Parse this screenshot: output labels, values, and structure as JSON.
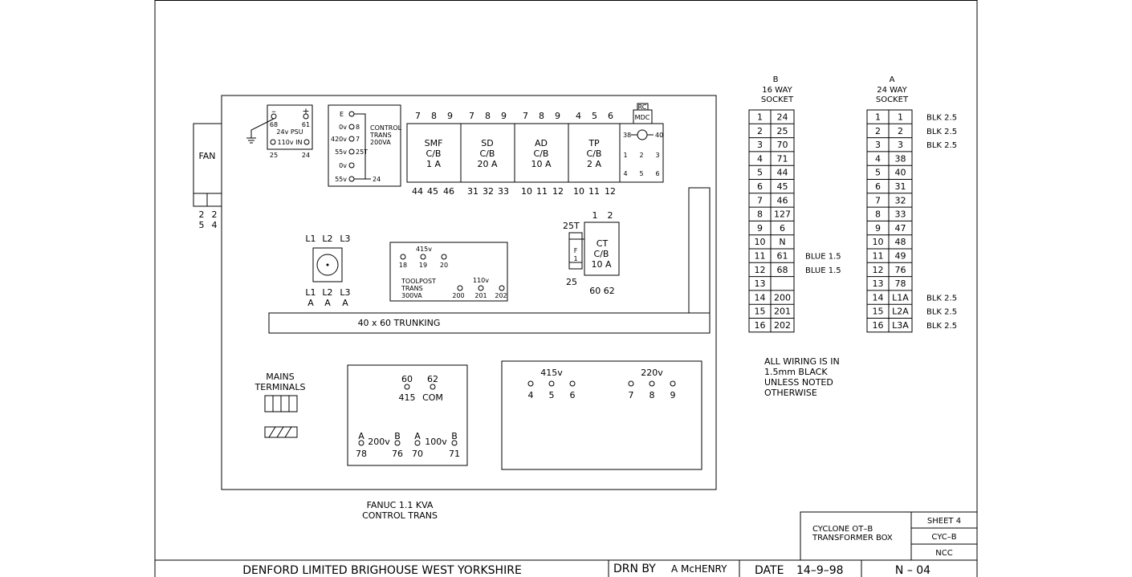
{
  "fan": {
    "label": "FAN",
    "pins": [
      "2\n5",
      "2\n4"
    ]
  },
  "psu": {
    "minus": "–",
    "plus": "+",
    "t68": "68",
    "t61": "61",
    "title": "24v PSU",
    "in": "110v IN",
    "b25": "25",
    "b24": "24"
  },
  "control_trans": {
    "title1": "CONTROL",
    "title2": "TRANS",
    "title3": "200VA",
    "taps": [
      "E",
      "0v",
      "420v",
      "55v",
      "0v",
      "55v"
    ],
    "nums": [
      "8",
      "7",
      "25T",
      "24"
    ]
  },
  "breakers": [
    {
      "top": [
        "7",
        "8",
        "9"
      ],
      "l1": "SMF",
      "l2": "C/B",
      "l3": "1 A",
      "bot": [
        "44",
        "45",
        "46"
      ]
    },
    {
      "top": [
        "7",
        "8",
        "9"
      ],
      "l1": "SD",
      "l2": "C/B",
      "l3": "20 A",
      "bot": [
        "31",
        "32",
        "33"
      ]
    },
    {
      "top": [
        "7",
        "8",
        "9"
      ],
      "l1": "AD",
      "l2": "C/B",
      "l3": "10 A",
      "bot": [
        "10",
        "11",
        "12"
      ]
    },
    {
      "top": [
        "4",
        "5",
        "6"
      ],
      "l1": "TP",
      "l2": "C/B",
      "l3": "2 A",
      "bot": [
        "10",
        "11",
        "12"
      ]
    }
  ],
  "mdc": {
    "rc": "RC",
    "mdc": "MDC",
    "t38": "38",
    "t40": "40",
    "row1": [
      "1",
      "2",
      "3"
    ],
    "row2": [
      "4",
      "5",
      "6"
    ]
  },
  "isolator": {
    "top": [
      "L1",
      "L2",
      "L3"
    ],
    "bot": [
      "L1",
      "L2",
      "L3"
    ],
    "sub": [
      "A",
      "A",
      "A"
    ]
  },
  "toolpost": {
    "v415": "415v",
    "t1": [
      "18",
      "19",
      "20"
    ],
    "title": [
      "TOOLPOST",
      "TRANS",
      "300VA"
    ],
    "v110": "110v",
    "t2": [
      "200",
      "201",
      "202"
    ]
  },
  "ct": {
    "tl": "25T",
    "n": [
      "1",
      "2"
    ],
    "f": "F",
    "f1": "1",
    "b25": "25",
    "l1": "CT",
    "l2": "C/B",
    "l3": "10 A",
    "bot": "60 62"
  },
  "trunking": {
    "label": "40 x 60 TRUNKING"
  },
  "mains": {
    "label1": "MAINS",
    "label2": "TERMINALS"
  },
  "fanuc_box": {
    "n60": "60",
    "n62": "62",
    "v415": "415",
    "com": "COM",
    "a": "A",
    "b": "B",
    "v200": "200v",
    "v100": "100v",
    "n78": "78",
    "n76": "76",
    "n70": "70",
    "n71": "71"
  },
  "terminal_box": {
    "v415": "415v",
    "v220": "220v",
    "t415": [
      "4",
      "5",
      "6"
    ],
    "t220": [
      "7",
      "8",
      "9"
    ]
  },
  "fanuc_caption": {
    "l1": "FANUC 1.1 KVA",
    "l2": "CONTROL TRANS"
  },
  "socket_b": {
    "h1": "B",
    "h2": "16 WAY",
    "h3": "SOCKET",
    "rows": [
      [
        "1",
        "24",
        ""
      ],
      [
        "2",
        "25",
        ""
      ],
      [
        "3",
        "70",
        ""
      ],
      [
        "4",
        "71",
        ""
      ],
      [
        "5",
        "44",
        ""
      ],
      [
        "6",
        "45",
        ""
      ],
      [
        "7",
        "46",
        ""
      ],
      [
        "8",
        "127",
        ""
      ],
      [
        "9",
        "6",
        ""
      ],
      [
        "10",
        "N",
        ""
      ],
      [
        "11",
        "61",
        "BLUE 1.5"
      ],
      [
        "12",
        "68",
        "BLUE 1.5"
      ],
      [
        "13",
        "",
        ""
      ],
      [
        "14",
        "200",
        ""
      ],
      [
        "15",
        "201",
        ""
      ],
      [
        "16",
        "202",
        ""
      ]
    ]
  },
  "socket_a": {
    "h1": "A",
    "h2": "24 WAY",
    "h3": "SOCKET",
    "rows": [
      [
        "1",
        "1",
        "BLK 2.5"
      ],
      [
        "2",
        "2",
        "BLK 2.5"
      ],
      [
        "3",
        "3",
        "BLK 2.5"
      ],
      [
        "4",
        "38",
        ""
      ],
      [
        "5",
        "40",
        ""
      ],
      [
        "6",
        "31",
        ""
      ],
      [
        "7",
        "32",
        ""
      ],
      [
        "8",
        "33",
        ""
      ],
      [
        "9",
        "47",
        ""
      ],
      [
        "10",
        "48",
        ""
      ],
      [
        "11",
        "49",
        ""
      ],
      [
        "12",
        "76",
        ""
      ],
      [
        "13",
        "78",
        ""
      ],
      [
        "14",
        "L1A",
        "BLK 2.5"
      ],
      [
        "15",
        "L2A",
        "BLK 2.5"
      ],
      [
        "16",
        "L3A",
        "BLK 2.5"
      ]
    ]
  },
  "note": [
    "ALL WIRING IS IN",
    "1.5mm BLACK",
    "UNLESS NOTED",
    "OTHERWISE"
  ],
  "title_block": {
    "name1": "CYCLONE OT–B",
    "name2": "TRANSFORMER BOX",
    "sheet": "SHEET 4",
    "code": "CYC–B",
    "ncc": "NCC"
  },
  "footer": {
    "company": "DENFORD LIMITED   BRIGHOUSE   WEST YORKSHIRE",
    "drn": "DRN BY",
    "drawer": "A McHENRY",
    "date_label": "DATE",
    "date": "14–9–98",
    "number": "N  –  04"
  }
}
